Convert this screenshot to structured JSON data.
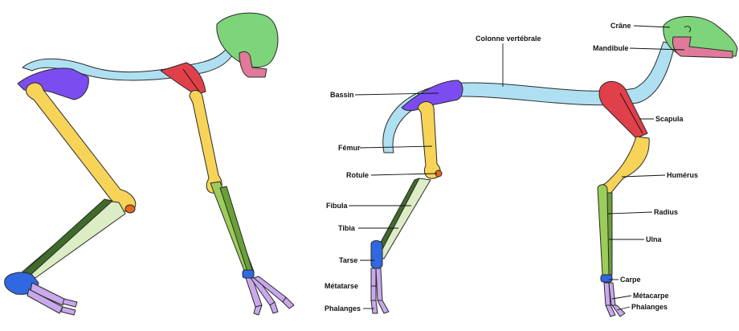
{
  "colors": {
    "skull": "#7dd47a",
    "mandible": "#e07a9a",
    "spine": "#aee0f2",
    "pelvis": "#7b4df0",
    "scapula": "#e0404a",
    "long_bone": "#f7d358",
    "fibula": "#3f6b2a",
    "tibia": "#dcecc4",
    "tarsus": "#2f68e0",
    "metatarsus": "#c9a8ec",
    "kneecap": "#e8661e",
    "radius": "#9ccc5a",
    "ulna": "#6aa038"
  },
  "labels": {
    "crane": "Crâne",
    "mandibule": "Mandibule",
    "colonne": "Colonne vertébrale",
    "bassin": "Bassin",
    "scapula": "Scapula",
    "femur": "Fémur",
    "rotule": "Rotule",
    "humerus": "Humérus",
    "fibula": "Fibula",
    "radius": "Radius",
    "tibia": "Tibia",
    "ulna": "Ulna",
    "tarse": "Tarse",
    "carpe": "Carpe",
    "metatarse": "Métatarse",
    "metacarpe": "Métacarpe",
    "phalanges_hind": "Phalanges",
    "phalanges_fore": "Phalanges"
  }
}
